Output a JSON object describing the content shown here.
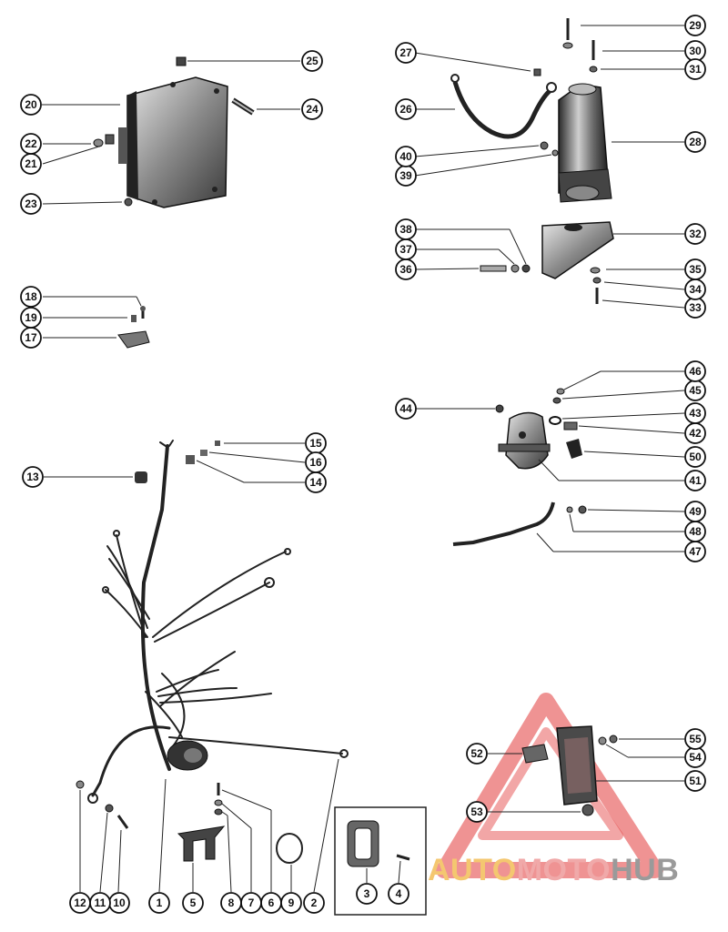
{
  "diagram": {
    "callouts": [
      {
        "id": "1",
        "label": "1"
      },
      {
        "id": "2",
        "label": "2"
      },
      {
        "id": "3",
        "label": "3"
      },
      {
        "id": "4",
        "label": "4"
      },
      {
        "id": "5",
        "label": "5"
      },
      {
        "id": "6",
        "label": "6"
      },
      {
        "id": "7",
        "label": "7"
      },
      {
        "id": "8",
        "label": "8"
      },
      {
        "id": "9",
        "label": "9"
      },
      {
        "id": "10",
        "label": "10"
      },
      {
        "id": "11",
        "label": "11"
      },
      {
        "id": "12",
        "label": "12"
      },
      {
        "id": "13",
        "label": "13"
      },
      {
        "id": "14",
        "label": "14"
      },
      {
        "id": "15",
        "label": "15"
      },
      {
        "id": "16",
        "label": "16"
      },
      {
        "id": "17",
        "label": "17"
      },
      {
        "id": "18",
        "label": "18"
      },
      {
        "id": "19",
        "label": "19"
      },
      {
        "id": "20",
        "label": "20"
      },
      {
        "id": "21",
        "label": "21"
      },
      {
        "id": "22",
        "label": "22"
      },
      {
        "id": "23",
        "label": "23"
      },
      {
        "id": "24",
        "label": "24"
      },
      {
        "id": "25",
        "label": "25"
      },
      {
        "id": "26",
        "label": "26"
      },
      {
        "id": "27",
        "label": "27"
      },
      {
        "id": "28",
        "label": "28"
      },
      {
        "id": "29",
        "label": "29"
      },
      {
        "id": "30",
        "label": "30"
      },
      {
        "id": "31",
        "label": "31"
      },
      {
        "id": "32",
        "label": "32"
      },
      {
        "id": "33",
        "label": "33"
      },
      {
        "id": "34",
        "label": "34"
      },
      {
        "id": "35",
        "label": "35"
      },
      {
        "id": "36",
        "label": "36"
      },
      {
        "id": "37",
        "label": "37"
      },
      {
        "id": "38",
        "label": "38"
      },
      {
        "id": "39",
        "label": "39"
      },
      {
        "id": "40",
        "label": "40"
      },
      {
        "id": "41",
        "label": "41"
      },
      {
        "id": "42",
        "label": "42"
      },
      {
        "id": "43",
        "label": "43"
      },
      {
        "id": "44",
        "label": "44"
      },
      {
        "id": "45",
        "label": "45"
      },
      {
        "id": "46",
        "label": "46"
      },
      {
        "id": "47",
        "label": "47"
      },
      {
        "id": "48",
        "label": "48"
      },
      {
        "id": "49",
        "label": "49"
      },
      {
        "id": "50",
        "label": "50"
      },
      {
        "id": "51",
        "label": "51"
      },
      {
        "id": "52",
        "label": "52"
      },
      {
        "id": "53",
        "label": "53"
      },
      {
        "id": "54",
        "label": "54"
      },
      {
        "id": "55",
        "label": "55"
      }
    ]
  },
  "watermark": {
    "part1": "AUTO",
    "part2": "MOTO",
    "part3": "HUB",
    "colors": {
      "auto": "#f4c770",
      "moto": "#f0a9a9",
      "hub": "#9a9a9a",
      "triangle": "#e23a3a"
    }
  }
}
